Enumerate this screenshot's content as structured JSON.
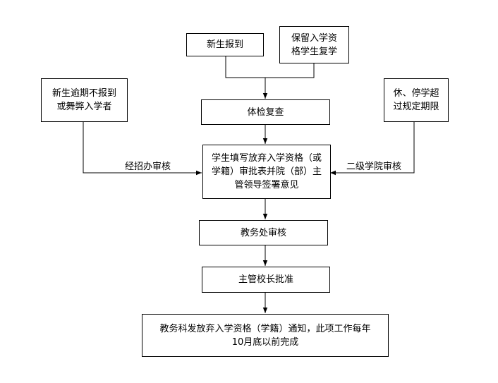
{
  "nodes": {
    "new_student": "新生报到",
    "retained": "保留入学资\n格学生复学",
    "overdue": "新生逾期不报到\n或舞弊入学者",
    "suspended": "休、停学超\n过规定期限",
    "physical": "体检复查",
    "fill_form": "学生填写放弃入学资格（或\n学籍）审批表并院（部）主\n管领导签署意见",
    "academic_affairs": "教务处审核",
    "president": "主管校长批准",
    "notice": "教务科发放弃入学资格（学籍）通知，此项工作每年\n10月底以前完成"
  },
  "edge_labels": {
    "admissions": "经招办审核",
    "college": "二级学院审核"
  }
}
